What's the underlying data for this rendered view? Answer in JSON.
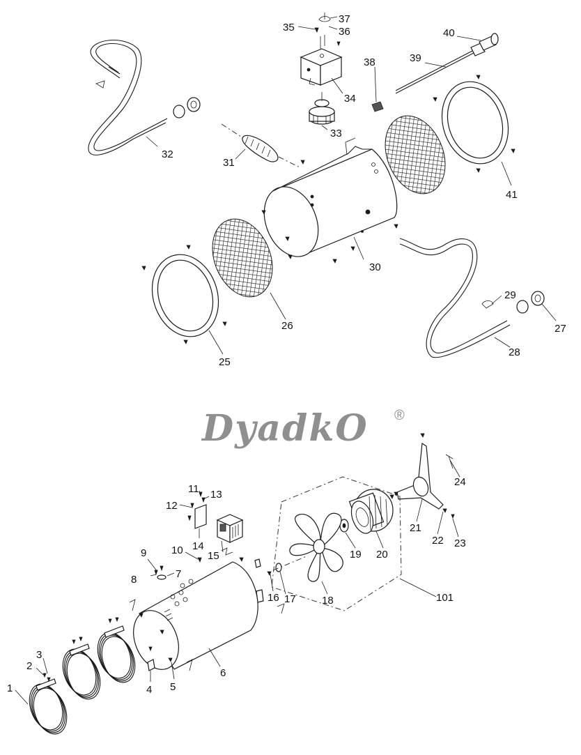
{
  "brand": {
    "name": "DyadkO",
    "registered_mark": "®"
  },
  "labels": [
    {
      "id": "1",
      "text": "1"
    },
    {
      "id": "2",
      "text": "2"
    },
    {
      "id": "3",
      "text": "3"
    },
    {
      "id": "4",
      "text": "4"
    },
    {
      "id": "5",
      "text": "5"
    },
    {
      "id": "6",
      "text": "6"
    },
    {
      "id": "7",
      "text": "7"
    },
    {
      "id": "8",
      "text": "8"
    },
    {
      "id": "9",
      "text": "9"
    },
    {
      "id": "10",
      "text": "10"
    },
    {
      "id": "11",
      "text": "11"
    },
    {
      "id": "12",
      "text": "12"
    },
    {
      "id": "13",
      "text": "13"
    },
    {
      "id": "14",
      "text": "14"
    },
    {
      "id": "15",
      "text": "15"
    },
    {
      "id": "16",
      "text": "16"
    },
    {
      "id": "17",
      "text": "17"
    },
    {
      "id": "18",
      "text": "18"
    },
    {
      "id": "19",
      "text": "19"
    },
    {
      "id": "20",
      "text": "20"
    },
    {
      "id": "21",
      "text": "21"
    },
    {
      "id": "22",
      "text": "22"
    },
    {
      "id": "23",
      "text": "23"
    },
    {
      "id": "24",
      "text": "24"
    },
    {
      "id": "25",
      "text": "25"
    },
    {
      "id": "26",
      "text": "26"
    },
    {
      "id": "27",
      "text": "27"
    },
    {
      "id": "28",
      "text": "28"
    },
    {
      "id": "29",
      "text": "29"
    },
    {
      "id": "30",
      "text": "30"
    },
    {
      "id": "31",
      "text": "31"
    },
    {
      "id": "32",
      "text": "32"
    },
    {
      "id": "33",
      "text": "33"
    },
    {
      "id": "34",
      "text": "34"
    },
    {
      "id": "35",
      "text": "35"
    },
    {
      "id": "36",
      "text": "36"
    },
    {
      "id": "37",
      "text": "37"
    },
    {
      "id": "38",
      "text": "38"
    },
    {
      "id": "39",
      "text": "39"
    },
    {
      "id": "40",
      "text": "40"
    },
    {
      "id": "41",
      "text": "41"
    },
    {
      "id": "101",
      "text": "101"
    }
  ]
}
